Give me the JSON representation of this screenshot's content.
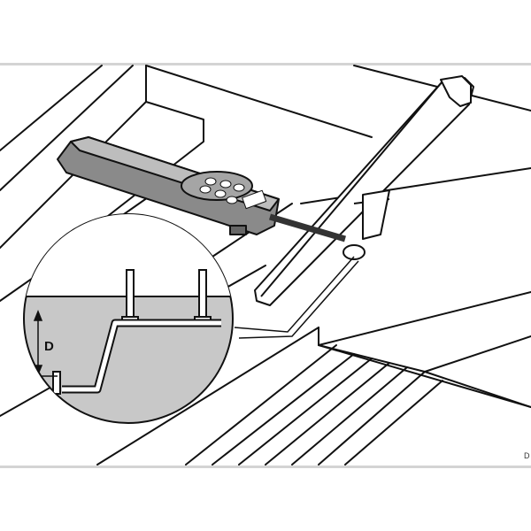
{
  "figure": {
    "description": "Installation illustration: handheld remote/display unit mounted on a bar over boat seat/deck, with circular detail inset showing bracket offset",
    "dimension_label": "D",
    "corner_mark": "D"
  }
}
